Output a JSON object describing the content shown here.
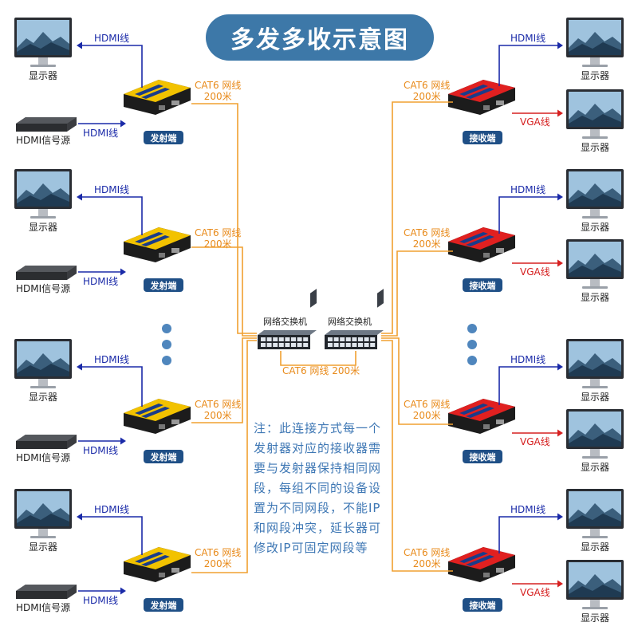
{
  "title": "多发多收示意图",
  "labels": {
    "monitor": "显示器",
    "hdmi_source": "HDMI信号源",
    "hdmi_cable": "HDMI线",
    "vga_cable": "VGA线",
    "cat6_line1": "CAT6 网线",
    "cat6_line2": "200米",
    "transmitter": "发射端",
    "receiver": "接收端",
    "switch": "网络交换机",
    "switch_link": "CAT6 网线 200米"
  },
  "note": "注：此连接方式每一个发射器对应的接收器需要与发射器保持相同网段，每组不同的设备设置为不同网段，不能IP和网段冲突，延长器可修改IP可固定网段等",
  "colors": {
    "title_bg": "#3d78a8",
    "hdmi_line": "#1a2aa8",
    "vga_line": "#d62020",
    "cat6_line": "#f0a030",
    "badge_bg": "#1f4f86",
    "transmitter_body": "#f2c200",
    "receiver_body": "#e02020",
    "note_text": "#3e77b4"
  },
  "icons": [
    "monitor-icon",
    "hdmi-source-box-icon",
    "transmitter-device-icon",
    "receiver-device-icon",
    "network-switch-icon",
    "ellipsis-dots-icon"
  ]
}
